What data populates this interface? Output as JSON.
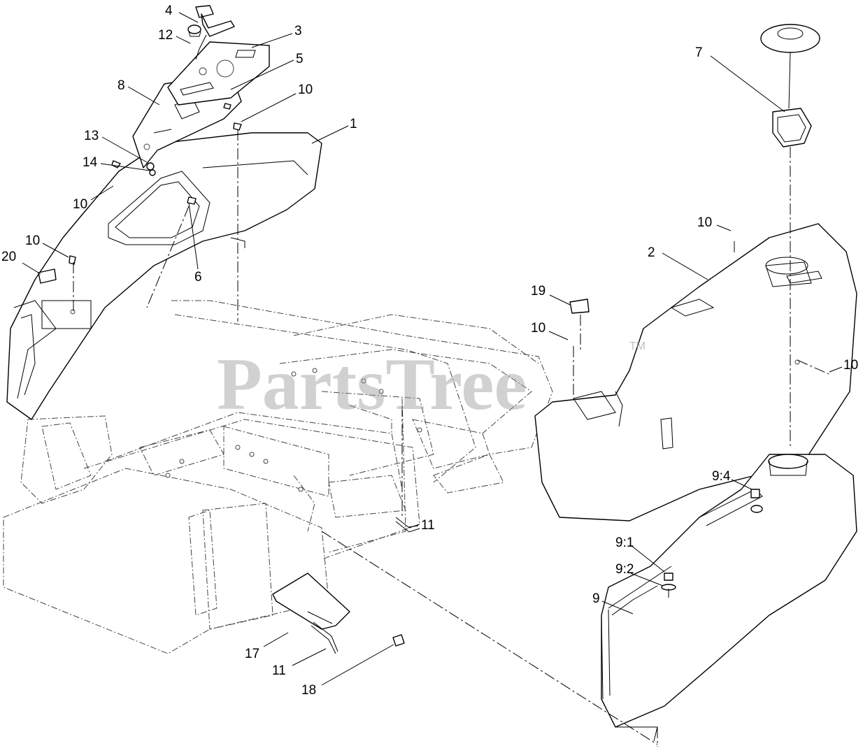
{
  "watermark": {
    "text": "PartsTree",
    "trademark": "TM"
  },
  "callouts": [
    {
      "id": "c4",
      "label": "4"
    },
    {
      "id": "c3",
      "label": "3"
    },
    {
      "id": "c12",
      "label": "12"
    },
    {
      "id": "c5",
      "label": "5"
    },
    {
      "id": "c8",
      "label": "8"
    },
    {
      "id": "c10a",
      "label": "10"
    },
    {
      "id": "c1",
      "label": "1"
    },
    {
      "id": "c13",
      "label": "13"
    },
    {
      "id": "c14",
      "label": "14"
    },
    {
      "id": "c10b",
      "label": "10"
    },
    {
      "id": "c10c",
      "label": "10"
    },
    {
      "id": "c20",
      "label": "20"
    },
    {
      "id": "c6",
      "label": "6"
    },
    {
      "id": "c7",
      "label": "7"
    },
    {
      "id": "c10d",
      "label": "10"
    },
    {
      "id": "c2",
      "label": "2"
    },
    {
      "id": "c19",
      "label": "19"
    },
    {
      "id": "c10e",
      "label": "10"
    },
    {
      "id": "c10f",
      "label": "10"
    },
    {
      "id": "c94",
      "label": "9:4"
    },
    {
      "id": "c11a",
      "label": "11"
    },
    {
      "id": "c91",
      "label": "9:1"
    },
    {
      "id": "c92",
      "label": "9:2"
    },
    {
      "id": "c9",
      "label": "9"
    },
    {
      "id": "c17",
      "label": "17"
    },
    {
      "id": "c11b",
      "label": "11"
    },
    {
      "id": "c18",
      "label": "18"
    }
  ]
}
